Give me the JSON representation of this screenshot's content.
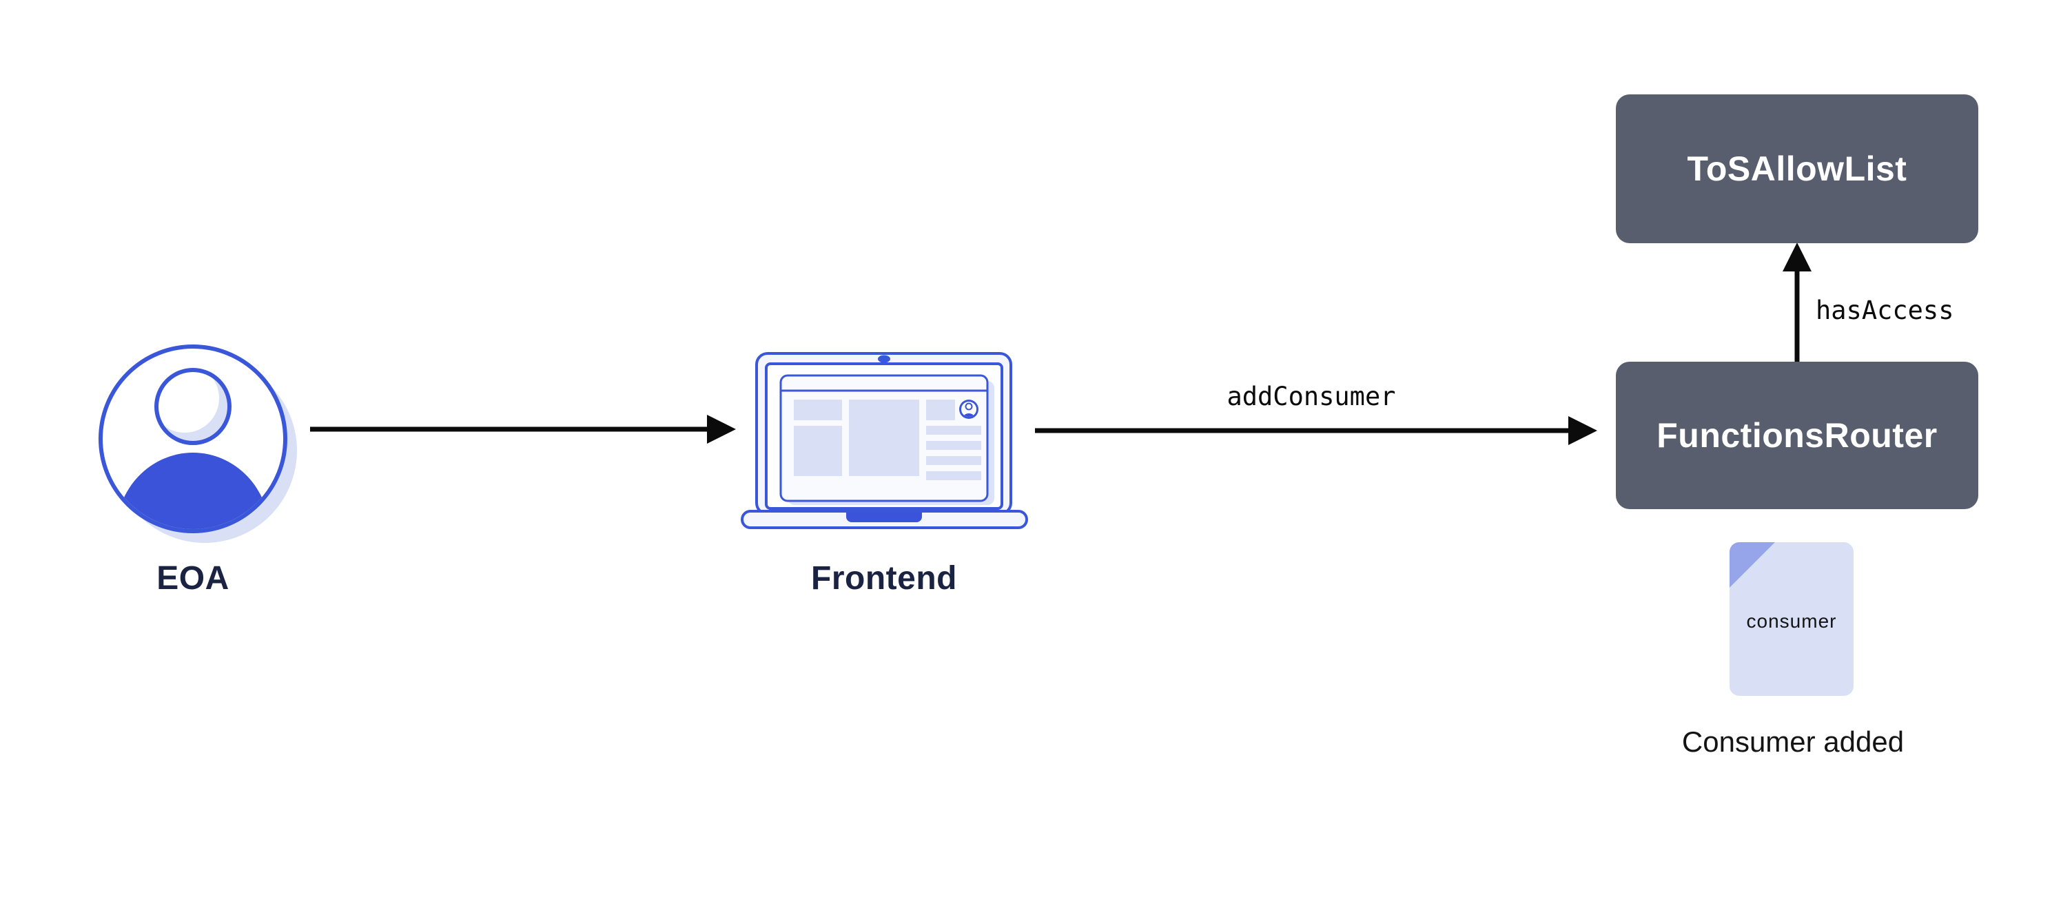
{
  "diagram": {
    "nodes": {
      "eoa": {
        "label": "EOA",
        "icon": "user-avatar-icon"
      },
      "frontend": {
        "label": "Frontend",
        "icon": "laptop-icon"
      },
      "functions_router": {
        "label": "FunctionsRouter",
        "type": "contract-box"
      },
      "tos_allow_list": {
        "label": "ToSAllowList",
        "type": "contract-box"
      },
      "consumer_doc": {
        "label": "consumer",
        "caption": "Consumer added",
        "icon": "document-icon"
      }
    },
    "edges": [
      {
        "from": "EOA",
        "to": "Frontend",
        "label": ""
      },
      {
        "from": "Frontend",
        "to": "FunctionsRouter",
        "label": "addConsumer"
      },
      {
        "from": "FunctionsRouter",
        "to": "ToSAllowList",
        "label": "hasAccess"
      }
    ],
    "colors": {
      "accent_blue": "#3A57DA",
      "solid_blue": "#3A53D8",
      "lavender": "#D9E0F6",
      "lavender_shadow": "#DCE2F7",
      "doc_fold": "#96A5EA",
      "contract_box_bg": "#585E6D",
      "contract_box_text": "#FFFFFF",
      "icon_label_text": "#1B2342",
      "code_label_text": "#0B0B0B",
      "arrow": "#0B0B0B",
      "background": "#FFFFFF"
    }
  }
}
